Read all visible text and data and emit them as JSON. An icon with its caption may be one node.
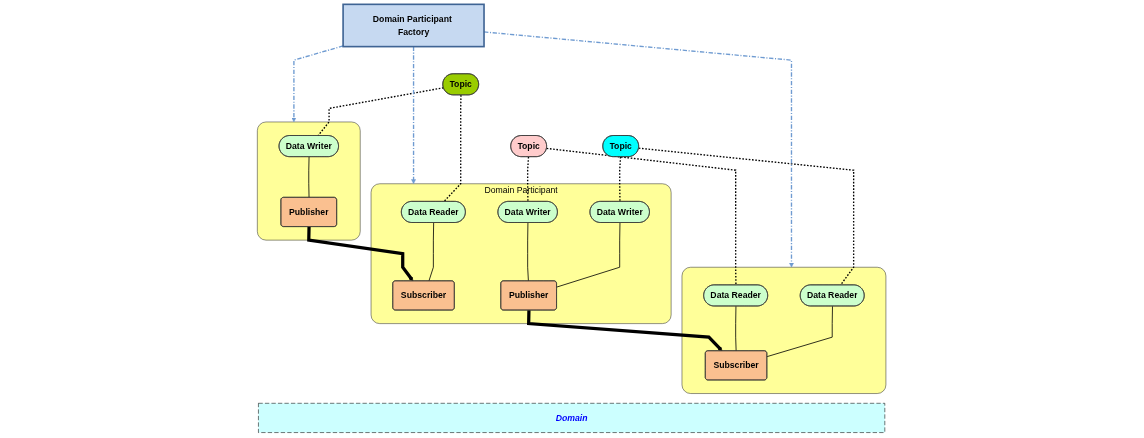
{
  "diagram": {
    "nodes": [
      {
        "text": [
          "Domain Participant Factory"
        ]
      },
      {
        "text": [
          "Topic"
        ]
      },
      {
        "text": [
          "Topic"
        ]
      },
      {
        "text": [
          "Topic"
        ]
      },
      {
        "text": [
          "Domain Participant"
        ]
      },
      {
        "text": [
          "Data Reader"
        ],
        "in": 4
      },
      {
        "text": [
          "Data Writer"
        ],
        "in": 4
      },
      {
        "text": [
          "Data Writer"
        ],
        "in": 4
      },
      {
        "text": [
          "Subscriber"
        ],
        "in": 4
      },
      {
        "text": [
          "Publisher"
        ],
        "in": 4
      },
      {
        "text": [],
        "shape": "box"
      },
      {
        "text": [
          "Data Reader"
        ],
        "in": 10
      },
      {
        "text": [
          "Data Reader"
        ],
        "in": 10
      },
      {
        "text": [
          "Subscriber"
        ],
        "in": 10
      },
      {
        "text": [],
        "shape": "box"
      },
      {
        "text": [
          "Data Writer"
        ],
        "in": 14
      },
      {
        "text": [
          "Publisher"
        ],
        "in": 14
      },
      {
        "text": [
          "Domain"
        ]
      }
    ],
    "edges": [
      {
        "from": 0,
        "to": 4,
        "arrow": "to",
        "style": "dashed",
        "color": "#6f9bd1"
      },
      {
        "from": 0,
        "to": 10,
        "arrow": "to",
        "style": "dashed",
        "color": "#6f9bd1"
      },
      {
        "from": 0,
        "to": 14,
        "arrow": "to",
        "style": "dashed",
        "color": "#6f9bd1"
      },
      {
        "from": 3,
        "to": 5,
        "arrow": "none",
        "style": "dashed"
      },
      {
        "from": 1,
        "to": 6,
        "arrow": "none",
        "style": "dashed"
      },
      {
        "from": 1,
        "to": 11,
        "arrow": "none",
        "style": "dashed"
      },
      {
        "from": 2,
        "to": 7,
        "arrow": "none",
        "style": "dashed"
      },
      {
        "from": 2,
        "to": 12,
        "arrow": "none",
        "style": "dashed"
      },
      {
        "from": 3,
        "to": 15,
        "arrow": "none",
        "style": "dashed"
      },
      {
        "from": 5,
        "to": 8,
        "arrow": "none"
      },
      {
        "from": 6,
        "to": 9,
        "arrow": "none"
      },
      {
        "from": 7,
        "to": 9,
        "arrow": "none"
      },
      {
        "from": 11,
        "to": 13,
        "arrow": "none"
      },
      {
        "from": 12,
        "to": 13,
        "arrow": "none"
      },
      {
        "from": 15,
        "to": 16,
        "arrow": "none"
      },
      {
        "from": 9,
        "to": 13,
        "arrow": "to",
        "style": "thick"
      },
      {
        "from": 16,
        "to": 8,
        "arrow": "to",
        "style": "thick"
      }
    ]
  }
}
